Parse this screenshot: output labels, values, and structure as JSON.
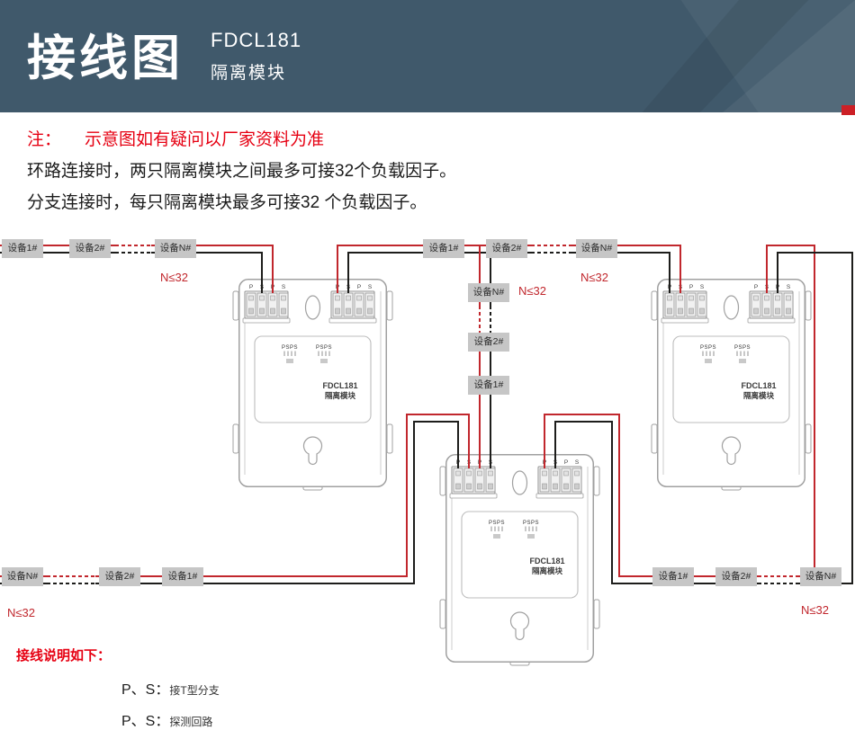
{
  "header": {
    "title": "接线图",
    "model": "FDCL181",
    "subtitle": "隔离模块"
  },
  "notes": {
    "prefix": "注：",
    "warning": "示意图如有疑问以厂家资料为准",
    "line1": "环路连接时，两只隔离模块之间最多可接32个负载因子。",
    "line2": "分支连接时，每只隔离模块最多可接32 个负载因子。"
  },
  "diagram": {
    "n_limit": "N≤32",
    "devices": {
      "d1": "设备1#",
      "d2": "设备2#",
      "dn": "设备N#"
    },
    "module": {
      "name": "FDCL181",
      "type": "隔离模块",
      "terminals": [
        "P",
        "S",
        "P",
        "S"
      ],
      "psps": "PSPS"
    }
  },
  "legend": {
    "title": "接线说明如下：",
    "items": [
      {
        "label": "P、S：",
        "text": "接T型分支"
      },
      {
        "label": "P、S：",
        "text": "探测回路"
      }
    ]
  },
  "colors": {
    "wire_red": "#c1272d",
    "wire_black": "#1d1d1b",
    "header_bg": "#40596b",
    "accent_red": "#e60012",
    "device_gray": "#c6c6c6"
  }
}
